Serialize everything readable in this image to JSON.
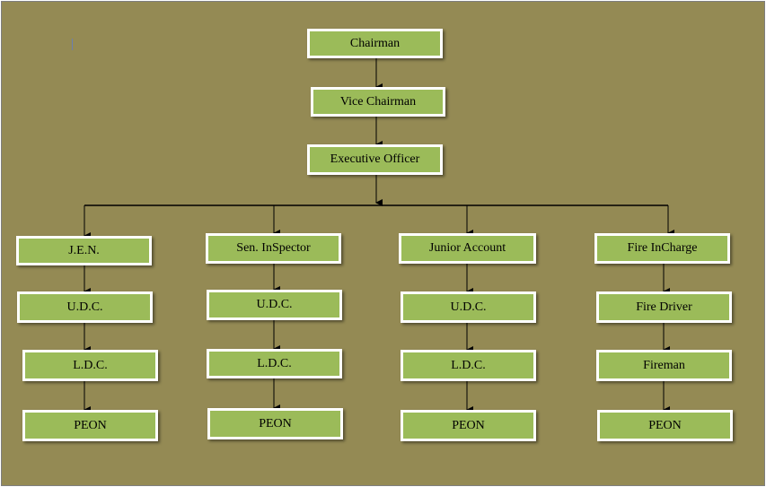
{
  "org_chart": {
    "levels": {
      "top": [
        "Chairman",
        "Vice Chairman",
        "Executive Officer"
      ]
    },
    "branches": [
      {
        "head": "J.E.N.",
        "items": [
          "U.D.C.",
          "L.D.C.",
          "PEON"
        ]
      },
      {
        "head": "Sen. InSpector",
        "items": [
          "U.D.C.",
          "L.D.C.",
          "PEON"
        ]
      },
      {
        "head": "Junior Account",
        "items": [
          "U.D.C.",
          "L.D.C.",
          "PEON"
        ]
      },
      {
        "head": "Fire InCharge",
        "items": [
          "Fire Driver",
          "Fireman",
          "PEON"
        ]
      }
    ]
  },
  "colors": {
    "background": "#948a54",
    "box_fill": "#9bbb59",
    "box_border": "#ffffff",
    "connector": "#000000"
  }
}
